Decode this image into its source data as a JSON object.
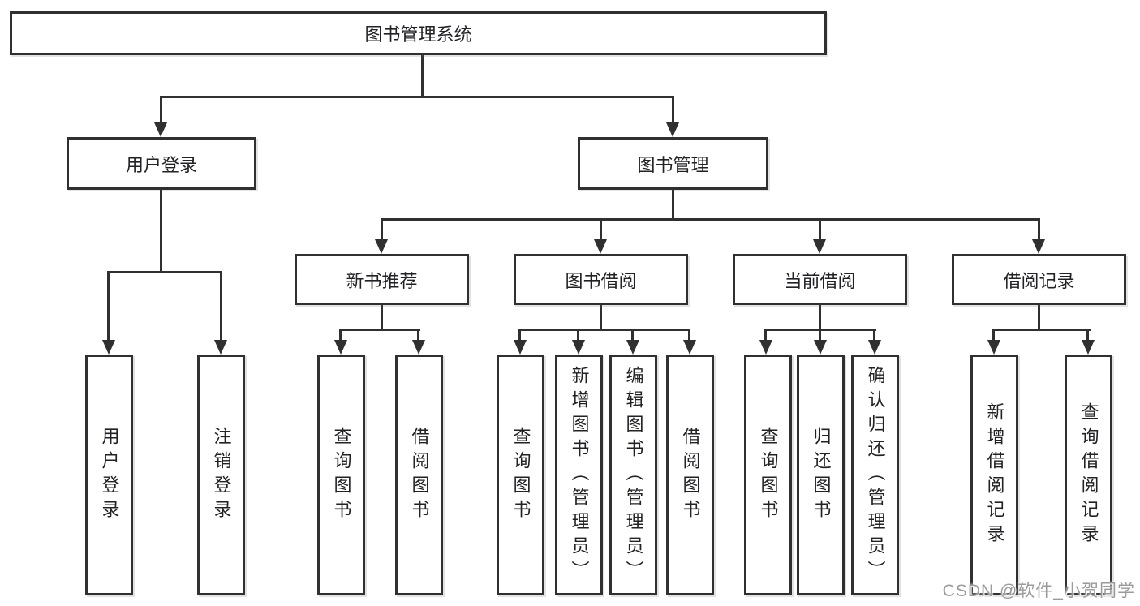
{
  "diagram": {
    "title": "图书管理系统",
    "modules": [
      {
        "label": "用户登录",
        "features": [
          {
            "label": "用户登录"
          },
          {
            "label": "注销登录"
          }
        ]
      },
      {
        "label": "图书管理",
        "submodules": [
          {
            "label": "新书推荐",
            "features": [
              {
                "label": "查询图书"
              },
              {
                "label": "借阅图书"
              }
            ]
          },
          {
            "label": "图书借阅",
            "features": [
              {
                "label": "查询图书"
              },
              {
                "label": "新增图书（管理员）"
              },
              {
                "label": "编辑图书（管理员）"
              },
              {
                "label": "借阅图书"
              }
            ]
          },
          {
            "label": "当前借阅",
            "features": [
              {
                "label": "查询图书"
              },
              {
                "label": "归还图书"
              },
              {
                "label": "确认归还（管理员）"
              }
            ]
          },
          {
            "label": "借阅记录",
            "features": [
              {
                "label": "新增借阅记录"
              },
              {
                "label": "查询借阅记录"
              }
            ]
          }
        ]
      }
    ]
  },
  "watermark": {
    "text": "CSDN @软件_小贺同学"
  },
  "colors": {
    "line": "#303030",
    "text": "#222226",
    "watermark": "#9b9b9b",
    "background": "#ffffff"
  }
}
